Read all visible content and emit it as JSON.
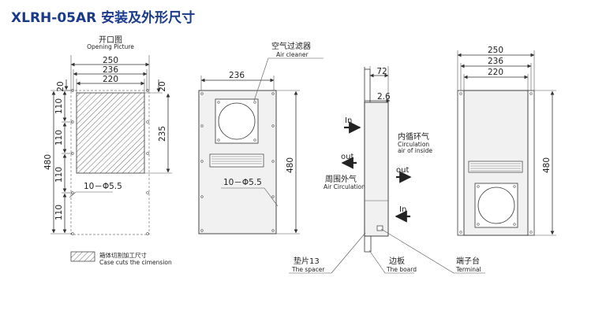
{
  "title": "XLRH-05AR 安装及外形尺寸",
  "opening": {
    "label_cn": "开口图",
    "label_en": "Opening Picture",
    "dim_250": "250",
    "dim_236": "236",
    "dim_220": "220",
    "dim_20_left": "20",
    "dim_20_right": "20",
    "dim_110_a": "110",
    "dim_110_b": "110",
    "dim_110_c": "110",
    "dim_110_d": "110",
    "dim_480": "480",
    "dim_235": "235",
    "hole_label": "10－Φ5.5"
  },
  "front": {
    "dim_236": "236",
    "dim_480": "480",
    "hole_label": "10－Φ5.5",
    "filter_cn": "空气过滤器",
    "filter_en": "Air cleaner"
  },
  "side": {
    "dim_72": "72",
    "dim_2_6": "2.6",
    "in_top": "In",
    "out_left": "out",
    "out_right": "out",
    "in_bottom": "In",
    "inner_cn": "内循环气",
    "inner_en1": "Circulation",
    "inner_en2": "air of inside",
    "outer_cn": "周围外气",
    "outer_en": "Air Circulation",
    "spacer_cn": "垫片13",
    "spacer_en": "The spacer",
    "board_cn": "边板",
    "board_en": "The board",
    "terminal_cn": "端子台",
    "terminal_en": "Terminal"
  },
  "back": {
    "dim_250": "250",
    "dim_236": "236",
    "dim_220": "220",
    "dim_480": "480"
  },
  "legend": {
    "label_cn": "箱体切割加工尺寸",
    "label_en": "Case cuts the cimension"
  }
}
